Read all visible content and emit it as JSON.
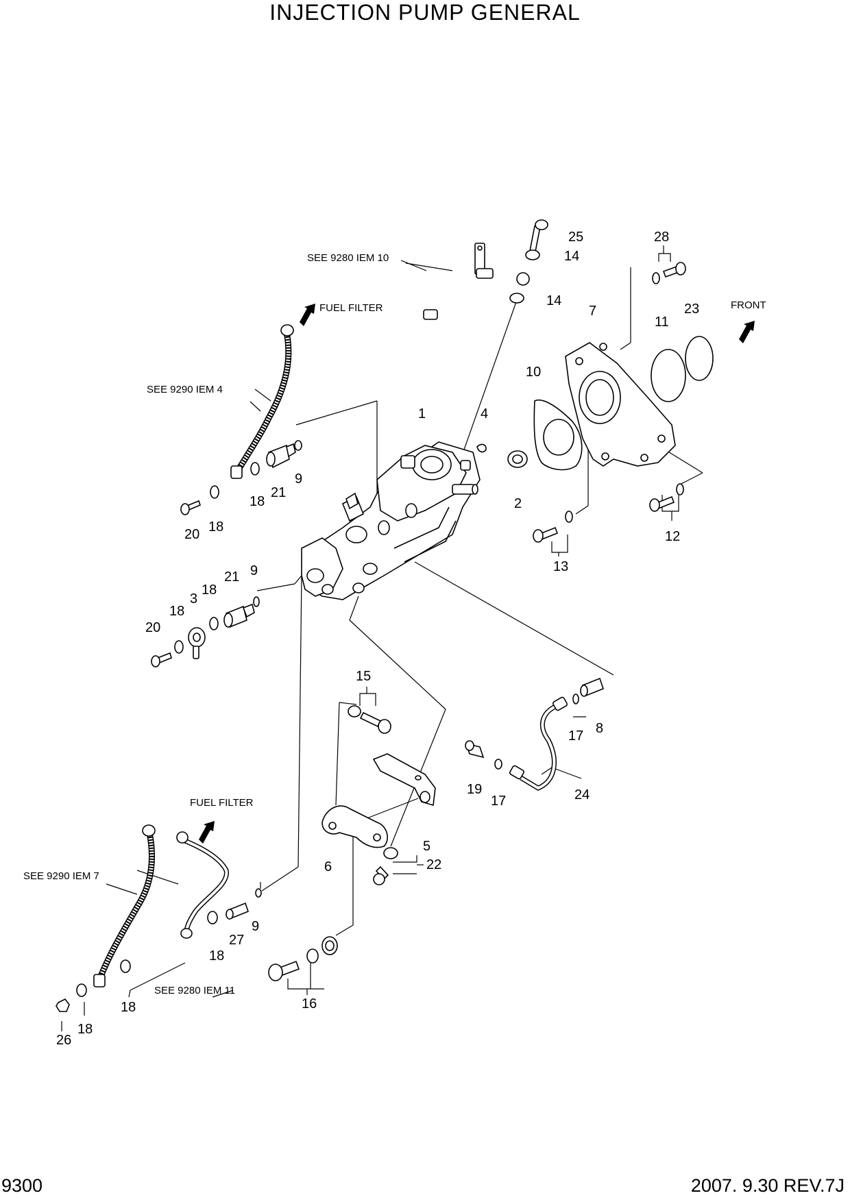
{
  "title": "INJECTION PUMP GENERAL",
  "footer": {
    "page_number": "9300",
    "revision": "2007. 9.30  REV.7J"
  },
  "notes": {
    "see_9280_10": "SEE 9280 IEM 10",
    "see_9290_4": "SEE 9290 IEM 4",
    "see_9290_7": "SEE 9290 IEM 7",
    "see_9280_11": "SEE 9280 IEM 11",
    "fuel_filter_top": "FUEL FILTER",
    "fuel_filter_bottom": "FUEL FILTER",
    "front": "FRONT"
  },
  "callouts": {
    "c1": "1",
    "c2": "2",
    "c3": "3",
    "c4": "4",
    "c5": "5",
    "c6": "6",
    "c7": "7",
    "c8": "8",
    "c9a": "9",
    "c9b": "9",
    "c9c": "9",
    "c10": "10",
    "c11": "11",
    "c12": "12",
    "c13": "13",
    "c14a": "14",
    "c14b": "14",
    "c15": "15",
    "c16": "16",
    "c17a": "17",
    "c17b": "17",
    "c18a": "18",
    "c18b": "18",
    "c18c": "18",
    "c18d": "18",
    "c18e": "18",
    "c18f": "18",
    "c18g": "18",
    "c19": "19",
    "c20a": "20",
    "c20b": "20",
    "c21a": "21",
    "c21b": "21",
    "c22": "22",
    "c23": "23",
    "c24": "24",
    "c25": "25",
    "c26": "26",
    "c27": "27",
    "c28": "28"
  }
}
